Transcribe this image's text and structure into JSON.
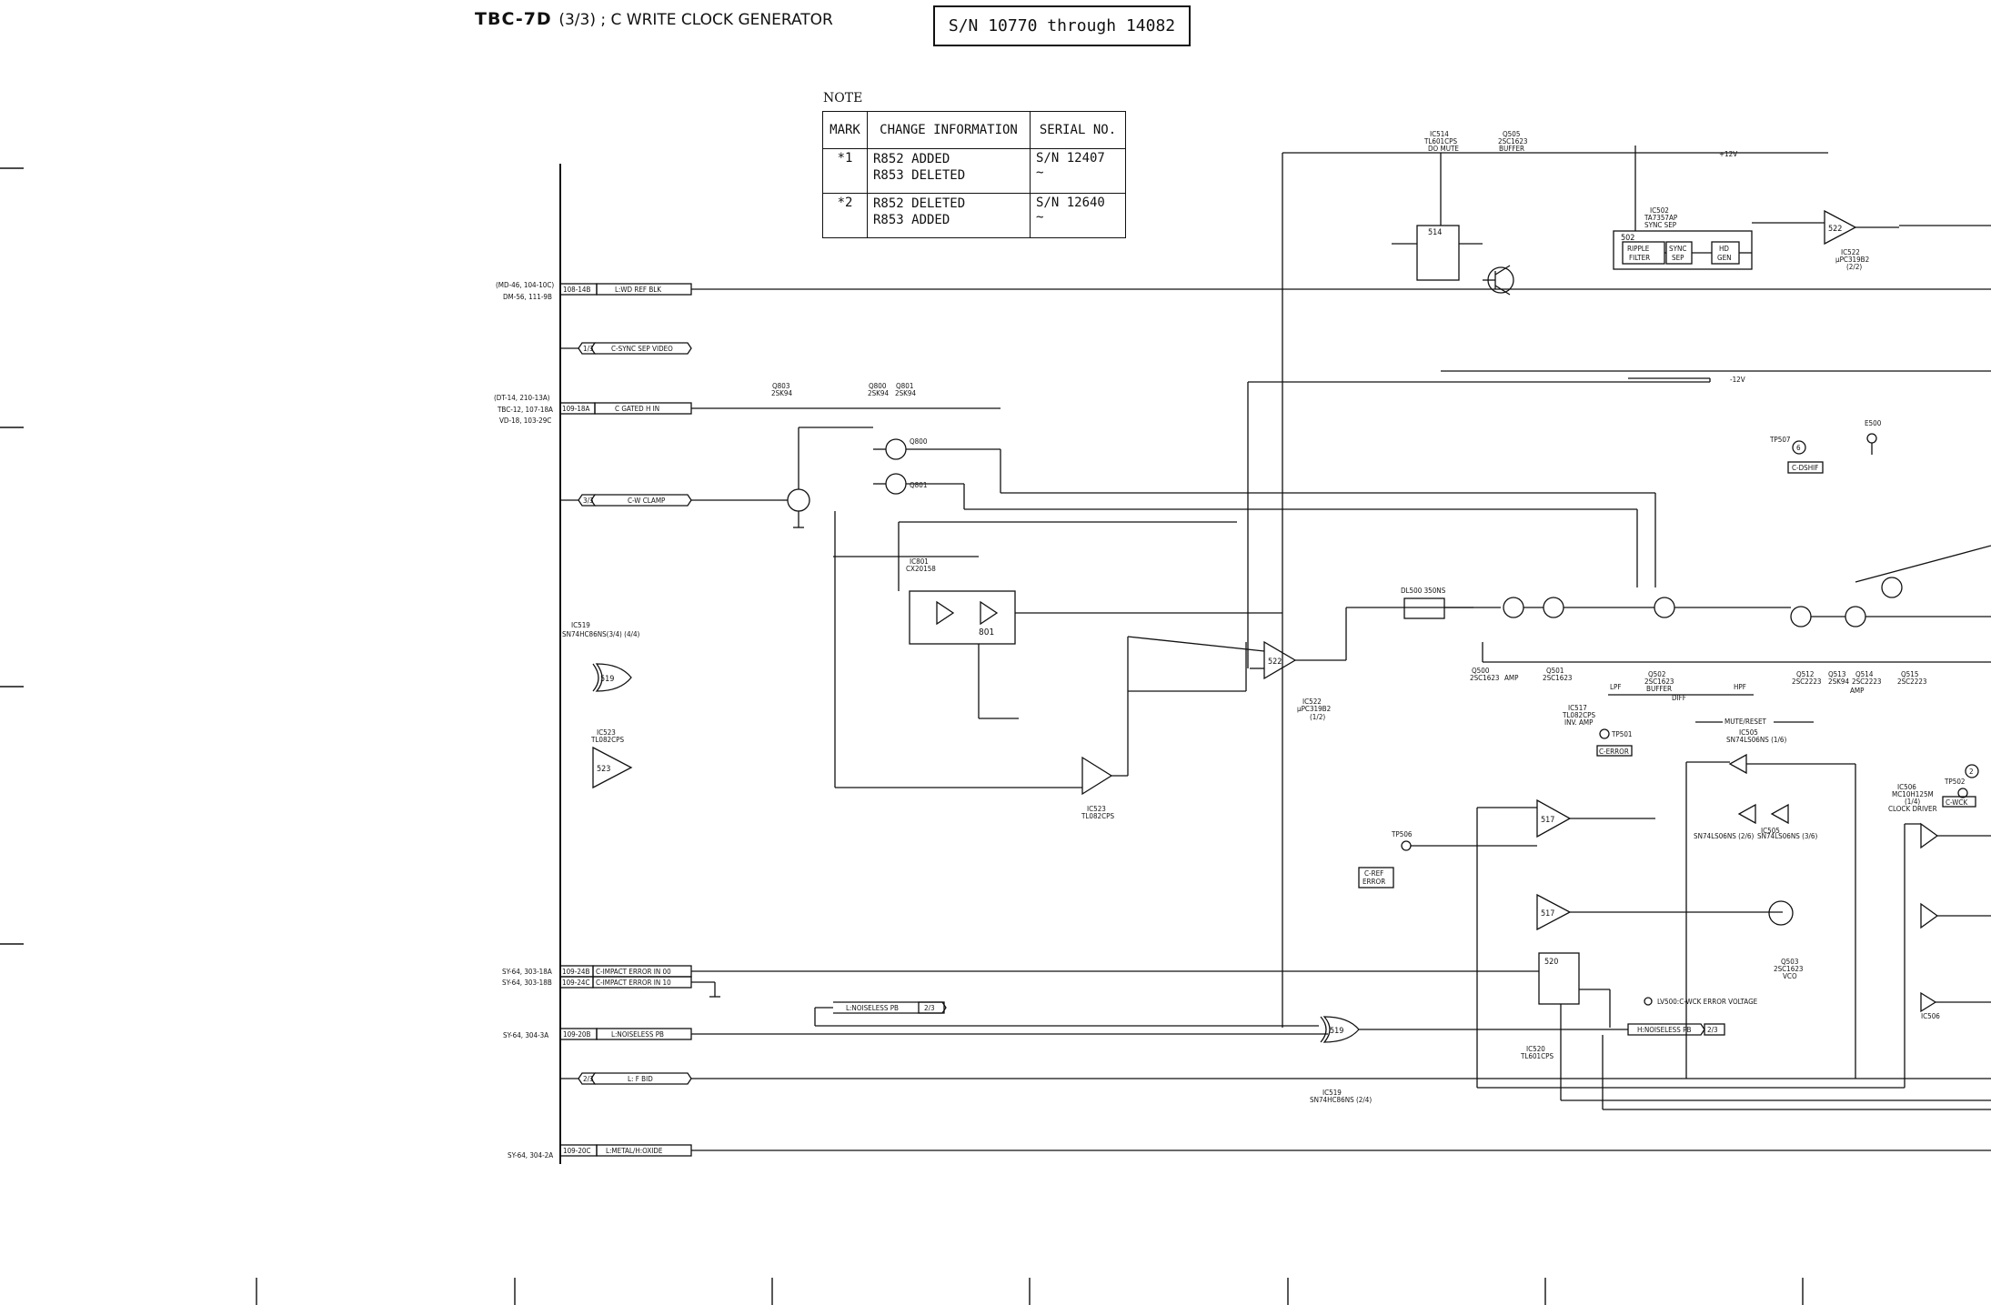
{
  "header": {
    "title_main": "TBC-7D",
    "title_sub": "(3/3) ; C WRITE CLOCK GENERATOR",
    "serial_range": "S/N 10770 through 14082"
  },
  "note": {
    "label": "NOTE",
    "columns": [
      "MARK",
      "CHANGE INFORMATION",
      "SERIAL NO."
    ],
    "rows": [
      {
        "mark": "*1",
        "changes": [
          "R852  ADDED",
          "R853  DELETED"
        ],
        "serial": "S/N 12407 ~"
      },
      {
        "mark": "*2",
        "changes": [
          "R852  DELETED",
          "R853  ADDED"
        ],
        "serial": "S/N 12640 ~"
      }
    ]
  },
  "inputs": {
    "ref_md": "(MD-46, 104-10C)",
    "ref_dm": "DM-56, 111-9B",
    "ref_dt": "(DT-14, 210-13A)",
    "ref_tbc": "TBC-12, 107-18A",
    "ref_vd": "VD-18, 103-29C",
    "ref_sy1": "SY-64, 303-18A",
    "ref_sy2": "SY-64, 303-18B",
    "ref_sy3": "SY-64, 304-3A",
    "ref_sy4": "SY-64, 304-2A",
    "conn_108": "108-14B",
    "conn_109_18a": "109-18A",
    "conn_109_24b": "109-24B",
    "conn_109_24c": "109-24C",
    "conn_109_20b": "109-20B",
    "conn_109_20c": "109-20C",
    "sig_lwd": "L:WD REF BLK",
    "sig_csync": "C-SYNC SEP VIDEO",
    "sig_cgated": "C GATED H IN",
    "sig_cwclamp": "C-W CLAMP",
    "sig_cimp0": "C-IMPACT ERROR IN 00",
    "sig_cimp1": "C-IMPACT ERROR IN 10",
    "sig_lnoise": "L:NOISELESS PB",
    "sig_lfbid": "L: F BID",
    "sig_lmetal": "L:METAL/H:OXIDE",
    "page13": "1/3",
    "page33": "3/3",
    "page23": "2/3"
  },
  "components": {
    "ic514": "IC514",
    "ic514p": "TL601CPS",
    "ic514f": "DO MUTE",
    "q505": "Q505",
    "q505p": "2SC1623",
    "q505f": "BUFFER",
    "ic502": "IC502",
    "ic502p": "TA7357AP",
    "ic502f": "SYNC SEP",
    "ripple": "RIPPLE",
    "filter": "FILTER",
    "sync": "SYNC",
    "sep": "SEP",
    "hd": "HD",
    "gen": "GEN",
    "ic522": "IC522",
    "ic522p": "μPC319B2",
    "ic522f": "(2/2)",
    "ic522b": "μPC319B2",
    "ic522bf": "(1/2)",
    "ic801": "IC801",
    "ic801p": "CX20158",
    "q800": "Q800",
    "q801": "Q801",
    "q803": "Q803",
    "q2sk94": "2SK94",
    "ic519": "IC519",
    "ic519p": "SN74HC86NS(3/4) (4/4)",
    "ic519b": "SN74HC86NS (2/4)",
    "ic523": "IC523",
    "ic523p": "TL082CPS",
    "dl500": "DL500 350NS",
    "tp507": "TP507",
    "cdshif": "C-DSHIF",
    "e500": "E500",
    "ic517": "IC517",
    "ic517p": "TL082CPS",
    "ic517f": "INV. AMP",
    "tp501": "TP501",
    "cerror": "C-ERROR",
    "tp506": "TP506",
    "crefa": "C-REF",
    "crefb": "ERROR",
    "mute_reset": "MUTE/RESET",
    "ic505": "IC505",
    "ic505p": "SN74LS06NS (1/6)",
    "ic505b": "SN74LS06NS (2/6)",
    "ic505c": "SN74LS06NS (3/6)",
    "ic506": "IC506",
    "ic506p": "MC10H125M",
    "ic506f": "(1/4)",
    "clock_driver": "CLOCK DRIVER",
    "tp502": "TP502",
    "cwck": "C-WCK",
    "q503": "Q503",
    "q503p": "2SC1623",
    "q503f": "VCO",
    "lv500note": "LV500:C-WCK ERROR VOLTAGE",
    "ic520": "IC520",
    "ic520p": "TL601CPS",
    "hnoise": "H:NOISELESS PB",
    "q500": "Q500",
    "q500p": "2SC1623",
    "amp": "AMP",
    "q501": "Q501",
    "q502": "Q502",
    "q502p": "2SC1623",
    "buffer": "BUFFER",
    "diff": "DIFF",
    "lpf": "LPF",
    "hpf": "HPF",
    "q512": "Q512",
    "q513": "Q513",
    "q514": "Q514",
    "q515": "Q515",
    "q2sc2223": "2SC2223",
    "q2sk94b": "2SK94"
  }
}
